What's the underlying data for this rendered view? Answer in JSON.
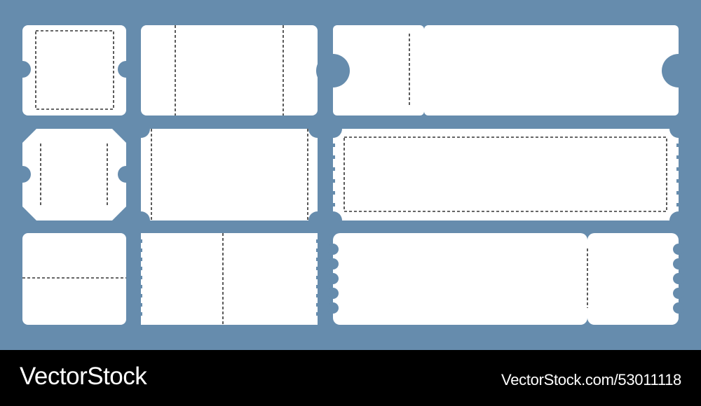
{
  "image": {
    "background_color": "#668cad",
    "ticket_color": "#ffffff",
    "dash_color": "#333333",
    "subject": "Blank ticket templates set",
    "tickets": [
      {
        "id": "t1",
        "row": 1,
        "col": 1,
        "style": "rounded with side semicircle notches, dashed square frame"
      },
      {
        "id": "t2",
        "row": 1,
        "col": 2,
        "style": "rounded rectangle, two vertical dashed lines"
      },
      {
        "id": "t3",
        "row": 1,
        "col": 3,
        "style": "large side notches, stub with dashed line, split body"
      },
      {
        "id": "t4",
        "row": 2,
        "col": 1,
        "style": "octagonal corners, side notches, two vertical dashed lines"
      },
      {
        "id": "t5",
        "row": 2,
        "col": 2,
        "style": "concave corner notches, dashed edges"
      },
      {
        "id": "t6",
        "row": 2,
        "col": 3,
        "style": "concave corners, perforated sides, dashed rectangle frame"
      },
      {
        "id": "t7",
        "row": 3,
        "col": 1,
        "style": "rounded, horizontal dashed line"
      },
      {
        "id": "t8",
        "row": 3,
        "col": 2,
        "style": "perforated sides, center vertical dashed line"
      },
      {
        "id": "t9",
        "row": 3,
        "col": 3,
        "style": "scalloped sides, separate stub with dashed line"
      }
    ]
  },
  "footer": {
    "brand": "VectorStock",
    "link": "VectorStock.com/53011118"
  }
}
